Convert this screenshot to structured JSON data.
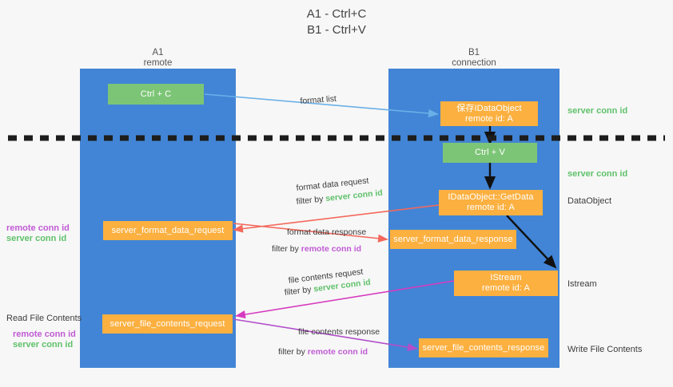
{
  "title": "A1 - Ctrl+C\nB1 - Ctrl+V",
  "colors": {
    "lane": "#4285d6",
    "green_box": "#7cc576",
    "orange_box": "#fbb040",
    "server_conn_id": "#5fc16a",
    "remote_conn_id": "#c05bd4",
    "blue_arrow": "#6ab0e8",
    "red_arrow": "#f4685c",
    "magenta_arrow": "#d63bbf",
    "purple_arrow": "#b24ecb",
    "black_arrow": "#1a1a1a",
    "background": "#f7f7f7"
  },
  "lanes": [
    {
      "id": "a1",
      "title": "A1",
      "subtitle": "remote"
    },
    {
      "id": "b1",
      "title": "B1",
      "subtitle": "connection"
    }
  ],
  "nodes": [
    {
      "id": "ctrl-c",
      "lines": "Ctrl + C",
      "style": "green"
    },
    {
      "id": "save-idataobject",
      "lines": "保存IDataObject\nremote id: A",
      "style": "orange"
    },
    {
      "id": "ctrl-v",
      "lines": "Ctrl + V",
      "style": "green"
    },
    {
      "id": "idataobject-getdata",
      "lines": "IDataObject::GetData\nremote id: A",
      "style": "orange"
    },
    {
      "id": "server-format-data-request",
      "lines": "server_format_data_request",
      "style": "orange"
    },
    {
      "id": "server-format-data-response",
      "lines": "server_format_data_response",
      "style": "orange"
    },
    {
      "id": "istream",
      "lines": "IStream\nremote id: A",
      "style": "orange"
    },
    {
      "id": "server-file-contents-request",
      "lines": "server_file_contents_request",
      "style": "orange"
    },
    {
      "id": "server-file-contents-response",
      "lines": "server_file_contents_response",
      "style": "orange"
    }
  ],
  "edge_labels": {
    "format_list": "format list",
    "format_data_request": "format data request",
    "format_data_request_filter_prefix": "filter by ",
    "format_data_request_filter_key": "server conn id",
    "format_data_response": "format data response",
    "format_data_response_filter_prefix": "filter by ",
    "format_data_response_filter_key": "remote conn id",
    "file_contents_request": "file contents request",
    "file_contents_request_filter_prefix": "filter by ",
    "file_contents_request_filter_key": "server conn id",
    "file_contents_response": "file contents response",
    "file_contents_response_filter_prefix": "filter by ",
    "file_contents_response_filter_key": "remote conn id"
  },
  "right_labels": [
    {
      "id": "server-conn-id-top",
      "text": "server conn id",
      "color": "green"
    },
    {
      "id": "server-conn-id-second",
      "text": "server conn id",
      "color": "green"
    },
    {
      "id": "dataobject",
      "text": "DataObject",
      "color": "dark"
    },
    {
      "id": "istream-label",
      "text": "Istream",
      "color": "dark"
    },
    {
      "id": "write-file-contents",
      "text": "Write File Contents",
      "color": "dark"
    }
  ],
  "left_labels": [
    {
      "id": "remote-conn-id-mid",
      "text": "remote conn id",
      "color": "purple"
    },
    {
      "id": "server-conn-id-mid",
      "text": "server conn id",
      "color": "green"
    },
    {
      "id": "read-file-contents",
      "text": "Read File Contents",
      "color": "dark"
    },
    {
      "id": "remote-conn-id-low",
      "text": "remote conn id",
      "color": "purple"
    },
    {
      "id": "server-conn-id-low",
      "text": "server conn id",
      "color": "green"
    }
  ]
}
